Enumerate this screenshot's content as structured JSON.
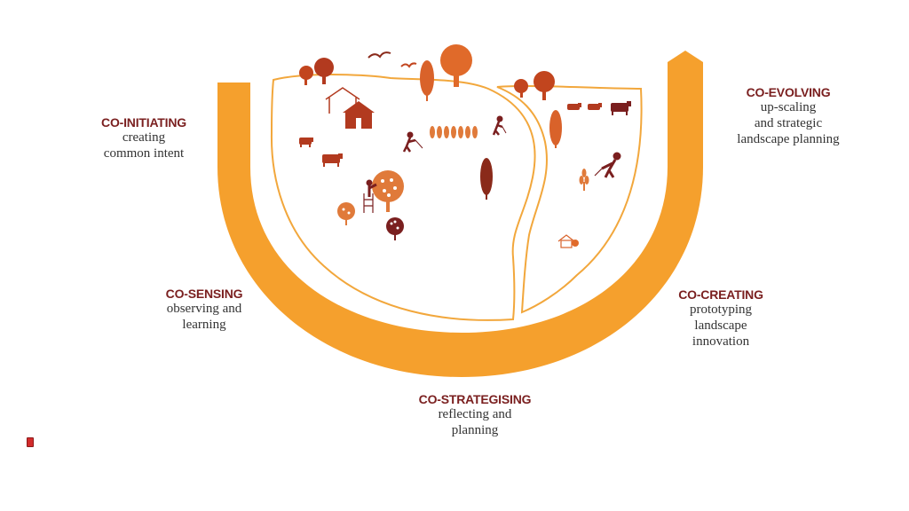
{
  "colors": {
    "arc": "#f5a02d",
    "outline": "#f2a73c",
    "dark": "#7a1f1f",
    "mid": "#b33a22",
    "orange": "#e06a2a",
    "title": "#7a1f1f",
    "desc": "#333333"
  },
  "stages": [
    {
      "id": "co-initiating",
      "title": "CO-INITIATING",
      "lines": [
        "creating",
        "common intent"
      ]
    },
    {
      "id": "co-sensing",
      "title": "CO-SENSING",
      "lines": [
        "observing and",
        "learning"
      ]
    },
    {
      "id": "co-strategising",
      "title": "CO-STRATEGISING",
      "lines": [
        "reflecting and",
        "planning"
      ]
    },
    {
      "id": "co-creating",
      "title": "CO-CREATING",
      "lines": [
        "prototyping",
        "landscape",
        "innovation"
      ]
    },
    {
      "id": "co-evolving",
      "title": "CO-EVOLVING",
      "lines": [
        "up-scaling",
        "and strategic",
        "landscape planning"
      ]
    }
  ],
  "icons": {
    "arrow": "arrow-head-icon",
    "tree": "tree-icon",
    "house": "house-icon",
    "farmer": "farmer-icon",
    "cow": "cow-icon",
    "bird": "bird-icon"
  }
}
